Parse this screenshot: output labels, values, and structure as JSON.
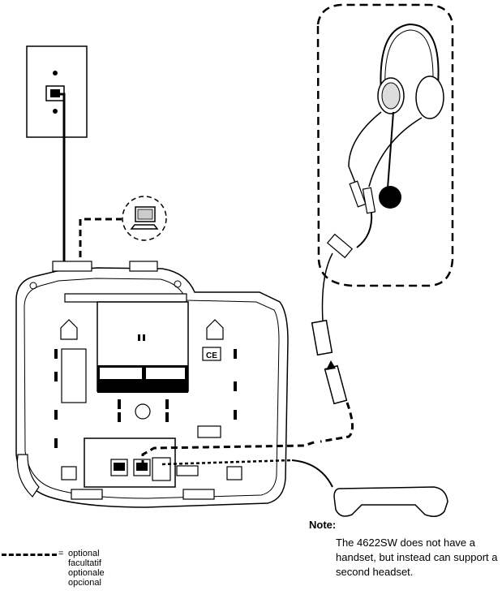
{
  "note": {
    "title": "Note:",
    "text": "The 4622SW does not have a handset, but instead can support a second headset."
  },
  "legend": {
    "symbol": "=",
    "labels": [
      "optional",
      "facultatif",
      "optionale",
      "opcional"
    ]
  },
  "phone_labels": {
    "ce_mark": "CE"
  }
}
